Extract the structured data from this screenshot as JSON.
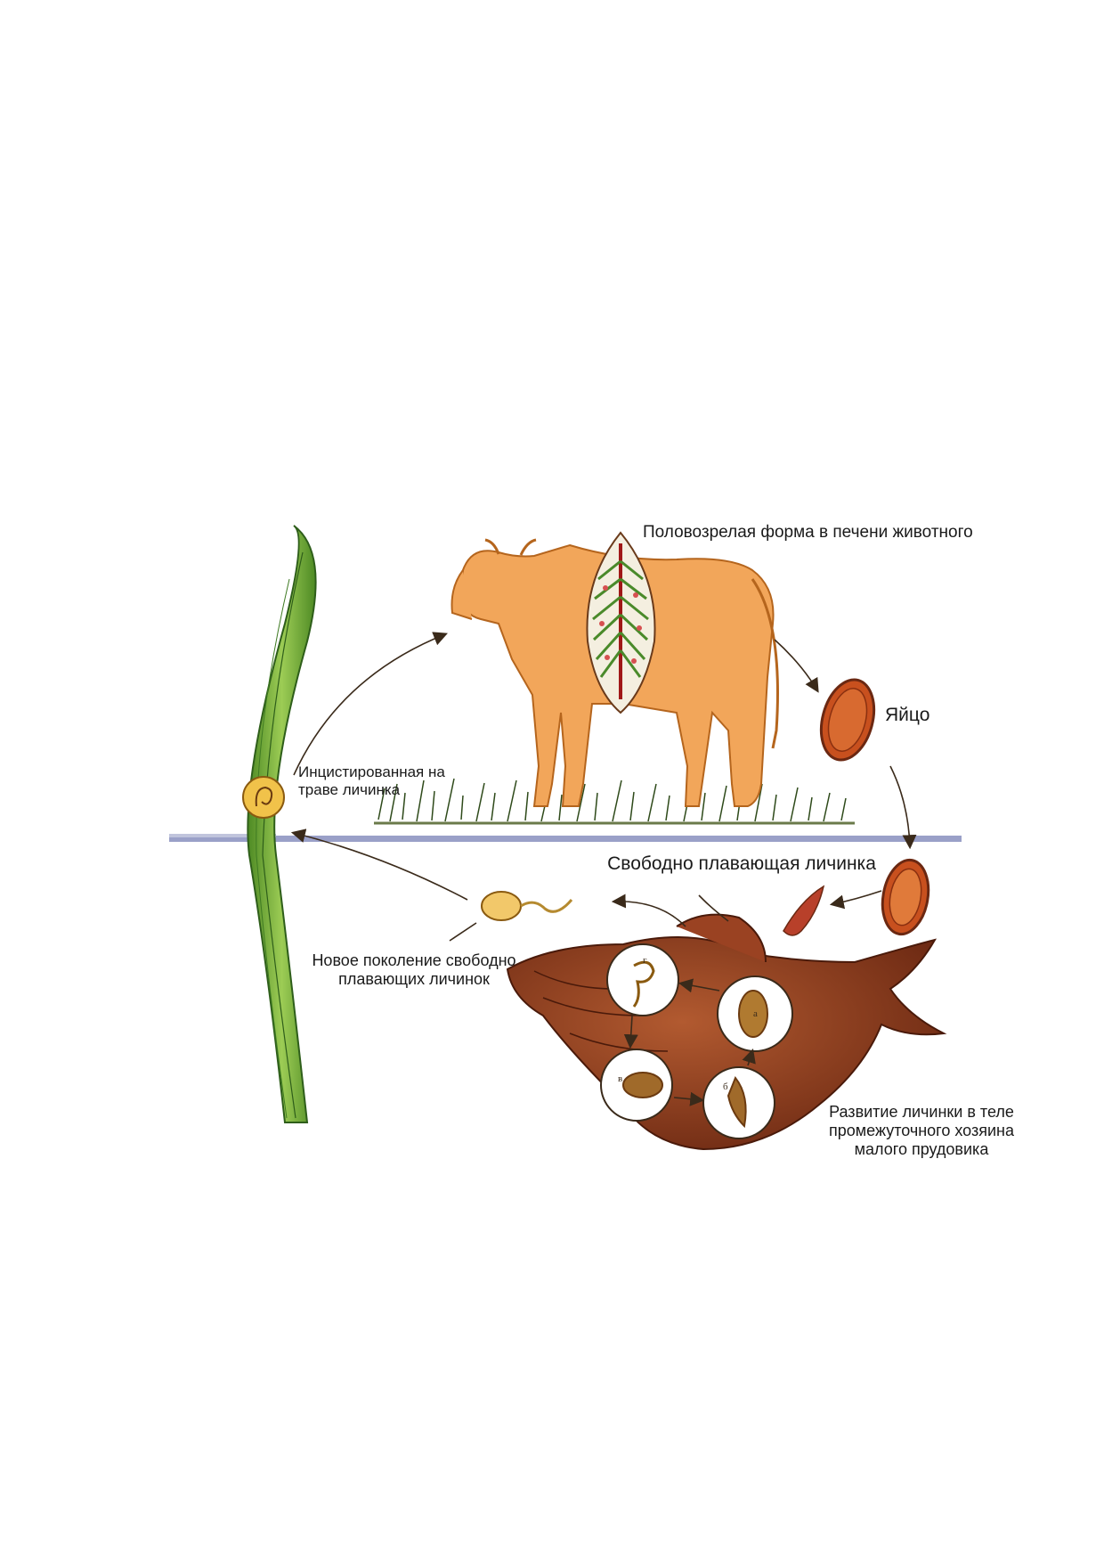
{
  "labels": {
    "adult_form": "Половозрелая форма в печени животного",
    "egg": "Яйцо",
    "cyst": "Инцистированная на траве личинка",
    "free_swimming": "Свободно плавающая личинка",
    "new_generation": "Новое поколение свободно плавающих личинок",
    "development": "Развитие личинки в теле промежуточного хозяина малого прудовика"
  },
  "stage_letters": {
    "a": "а",
    "b": "б",
    "v": "в",
    "g": "г"
  },
  "colors": {
    "cow": "#f2a65a",
    "cow_outline": "#b5651d",
    "grass_blade": "#7cb342",
    "grass_dark": "#2e5e1a",
    "snail": "#8b3a1e",
    "egg": "#c8501e",
    "water_line": "#9aa0c8",
    "fluke_red": "#a01818",
    "fluke_green": "#4a8a2a"
  },
  "icons": {
    "cow": "cow-icon",
    "grass": "grass-blade-icon",
    "snail": "pond-snail-icon",
    "egg": "egg-icon"
  }
}
